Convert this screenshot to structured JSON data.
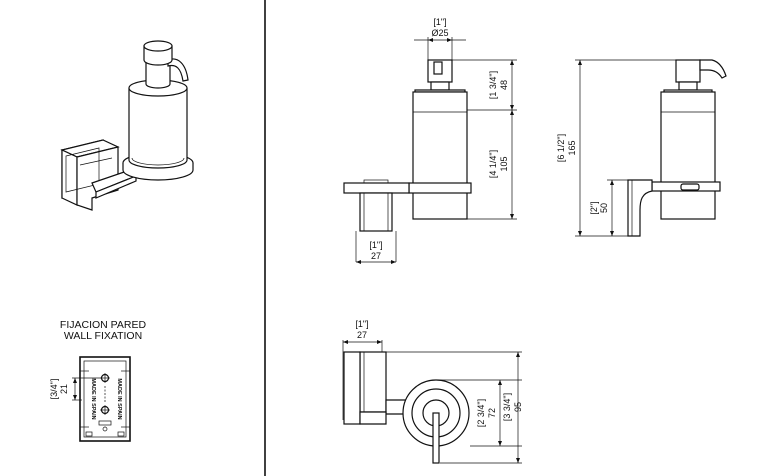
{
  "wall_fixation": {
    "title_es": "FIJACION PARED",
    "title_en": "WALL FIXATION",
    "dim_height_in": "[3/4\"]",
    "dim_height_mm": "21",
    "plate_text_left": "MADE IN SPAIN",
    "plate_text_right": "MADE IN SPAIN"
  },
  "front_view": {
    "pump_width_in": "[1\"]",
    "pump_width_mm": "Ø25",
    "pump_height_in": "[1 3/4\"]",
    "pump_height_mm": "48",
    "bottle_height_in": "[4 1/4\"]",
    "bottle_height_mm": "105",
    "bracket_width_in": "[1\"]",
    "bracket_width_mm": "27"
  },
  "side_view": {
    "total_height_in": "[6 1/2\"]",
    "total_height_mm": "165",
    "bracket_height_in": "[2\"]",
    "bracket_height_mm": "50"
  },
  "top_view": {
    "bracket_depth_in": "[1\"]",
    "bracket_depth_mm": "27",
    "ring_height_in": "[2 3/4\"]",
    "ring_height_mm": "72",
    "total_depth_in": "[3 3/4\"]",
    "total_depth_mm": "95"
  }
}
